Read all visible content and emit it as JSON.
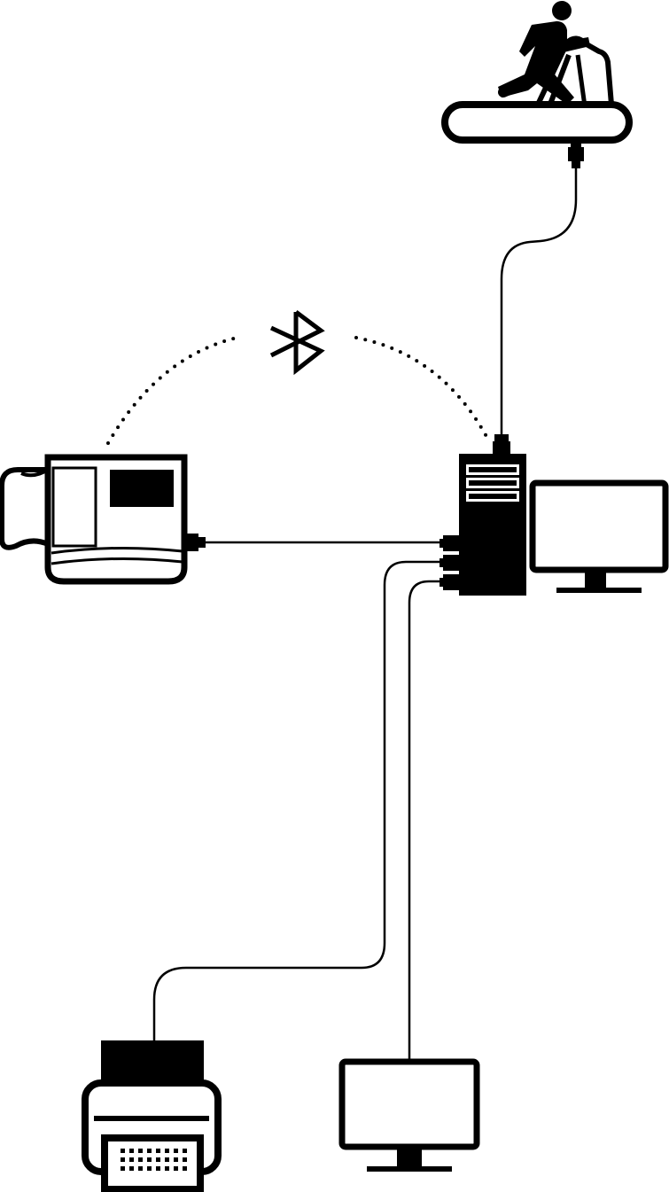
{
  "diagram": {
    "description_visible_text": "",
    "colors": {
      "ink": "#000000",
      "paper": "#ffffff"
    },
    "nodes": [
      {
        "id": "treadmill",
        "icon": "treadmill-runner-icon"
      },
      {
        "id": "bluetooth",
        "icon": "bluetooth-icon"
      },
      {
        "id": "ecg-device",
        "icon": "ecg-recorder-icon"
      },
      {
        "id": "pc-tower",
        "icon": "computer-tower-icon"
      },
      {
        "id": "monitor-main",
        "icon": "monitor-icon"
      },
      {
        "id": "printer",
        "icon": "printer-icon"
      },
      {
        "id": "monitor-secondary",
        "icon": "monitor-icon"
      }
    ],
    "connections": [
      {
        "from": "treadmill",
        "to": "pc-tower",
        "style": "cable"
      },
      {
        "from": "ecg-device",
        "to": "pc-tower",
        "style": "cable"
      },
      {
        "from": "ecg-device",
        "to": "pc-tower",
        "style": "bluetooth-dotted"
      },
      {
        "from": "pc-tower",
        "to": "printer",
        "style": "cable"
      },
      {
        "from": "pc-tower",
        "to": "monitor-secondary",
        "style": "cable"
      }
    ]
  }
}
